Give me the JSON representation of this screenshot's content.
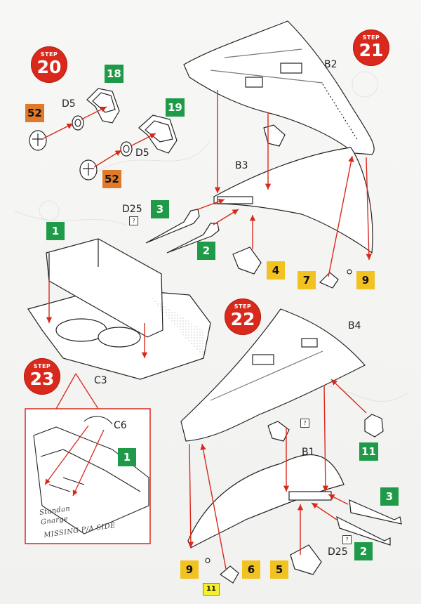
{
  "steps": {
    "s20": {
      "word": "STEP",
      "num": "20"
    },
    "s21": {
      "word": "STEP",
      "num": "21"
    },
    "s22": {
      "word": "STEP",
      "num": "22"
    },
    "s23": {
      "word": "STEP",
      "num": "23"
    }
  },
  "badges": {
    "b18": "18",
    "b19": "19",
    "b52a": "52",
    "b52b": "52",
    "b3a": "3",
    "b2a": "2",
    "b1a": "1",
    "b4a": "4",
    "b7": "7",
    "b9a": "9",
    "b11": "11",
    "b3b": "3",
    "b2b": "2",
    "b1b": "1",
    "b9b": "9",
    "b6": "6",
    "b5": "5"
  },
  "labels": {
    "d5a": "D5",
    "d5b": "D5",
    "d25a": "D25",
    "d25b": "D25",
    "b2": "B2",
    "b3": "B3",
    "b4": "B4",
    "b1": "B1",
    "c3": "C3",
    "c6": "C6",
    "qmark": "?"
  },
  "handwriting": {
    "line1": "Standan",
    "line2": "Gnarge",
    "line3": "MISSING P/A SIDE"
  },
  "page_number": "11",
  "colors": {
    "step_red": "#d9291c",
    "green": "#1f9a48",
    "orange": "#e07a2a",
    "yellow": "#f2c320",
    "arrow_red": "#d9291c"
  }
}
